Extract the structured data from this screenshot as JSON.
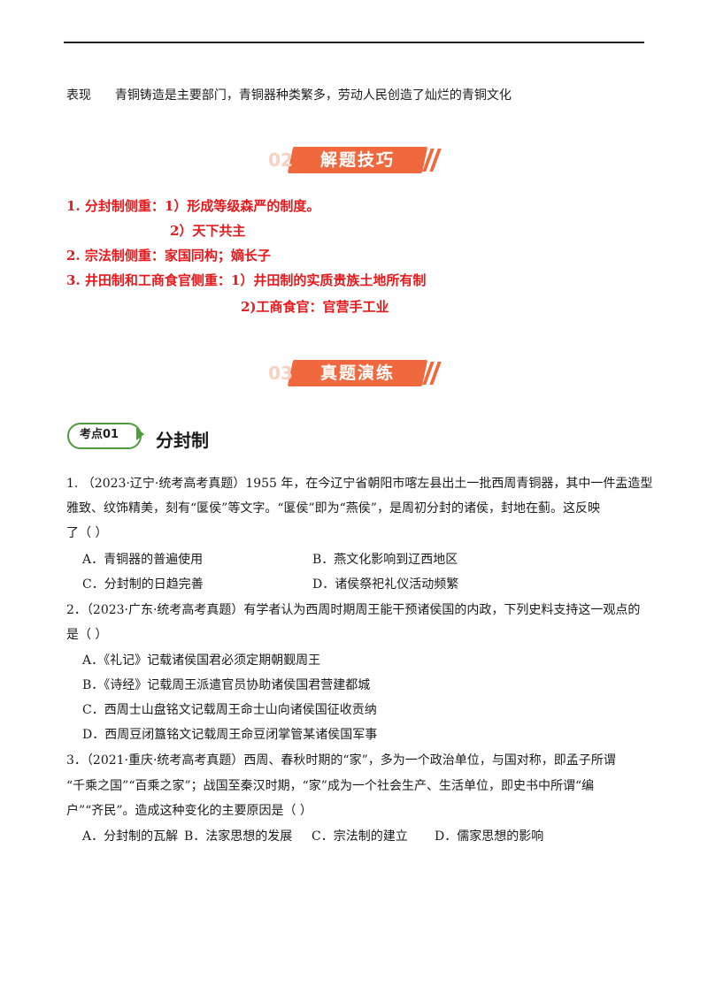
{
  "intro": {
    "label": "表现",
    "text": "青铜铸造是主要部门，青铜器种类繁多，劳动人民创造了灿烂的青铜文化"
  },
  "banner1": {
    "num": "02",
    "title": "解题技巧"
  },
  "tips": [
    "1.  分封制侧重：1）形成等级森严的制度。",
    "2）天下共主",
    "2.  宗法制侧重：家国同构；嫡长子",
    "3.  井田制和工商食官侧重：1）井田制的实质贵族土地所有制",
    "2)工商食官：官营手工业"
  ],
  "banner2": {
    "num": "03",
    "title": "真题演练"
  },
  "badge": {
    "label": "考点01",
    "title": "分封制"
  },
  "q1": {
    "lines": [
      "1.  （2023·辽宁·统考高考真题）1955 年，在今辽宁省朝阳市喀左县出土一批西周青铜器，其中一件盂造型",
      "雅致、纹饰精美，刻有“匽侯”等文字。“匽侯”即为“燕侯”，是周初分封的诸侯，封地在蓟。这反映",
      "了（    ）"
    ],
    "options": [
      "A．青铜器的普遍使用",
      "B．燕文化影响到辽西地区",
      "C．分封制的日趋完善",
      "D．诸侯祭祀礼仪活动频繁"
    ]
  },
  "q2": {
    "lines": [
      "2．（2023·广东·统考高考真题）有学者认为西周时期周王能干预诸侯国的内政，下列史料支持这一观点的",
      "是（    ）"
    ],
    "options": [
      "A．《礼记》记载诸侯国君必须定期朝觐周王",
      "B．《诗经》记载周王派遣官员协助诸侯国君营建都城",
      "C．西周士山盘铭文记载周王命士山向诸侯国征收贡纳",
      "D．西周豆闭簋铭文记载周王命豆闭掌管某诸侯国军事"
    ]
  },
  "q3": {
    "lines": [
      "3．（2021·重庆·统考高考真题）西周、春秋时期的“家”，多为一个政治单位，与国对称，即孟子所谓",
      "“千乘之国”“百乘之家”；战国至秦汉时期，“家”成为一个社会生产、生活单位，即史书中所谓“编",
      "户”“齐民”。造成这种变化的主要原因是（    ）"
    ],
    "options": [
      "A．分封制的瓦解",
      "B．法家思想的发展",
      "C．宗法制的建立",
      "D．儒家思想的影响"
    ]
  }
}
